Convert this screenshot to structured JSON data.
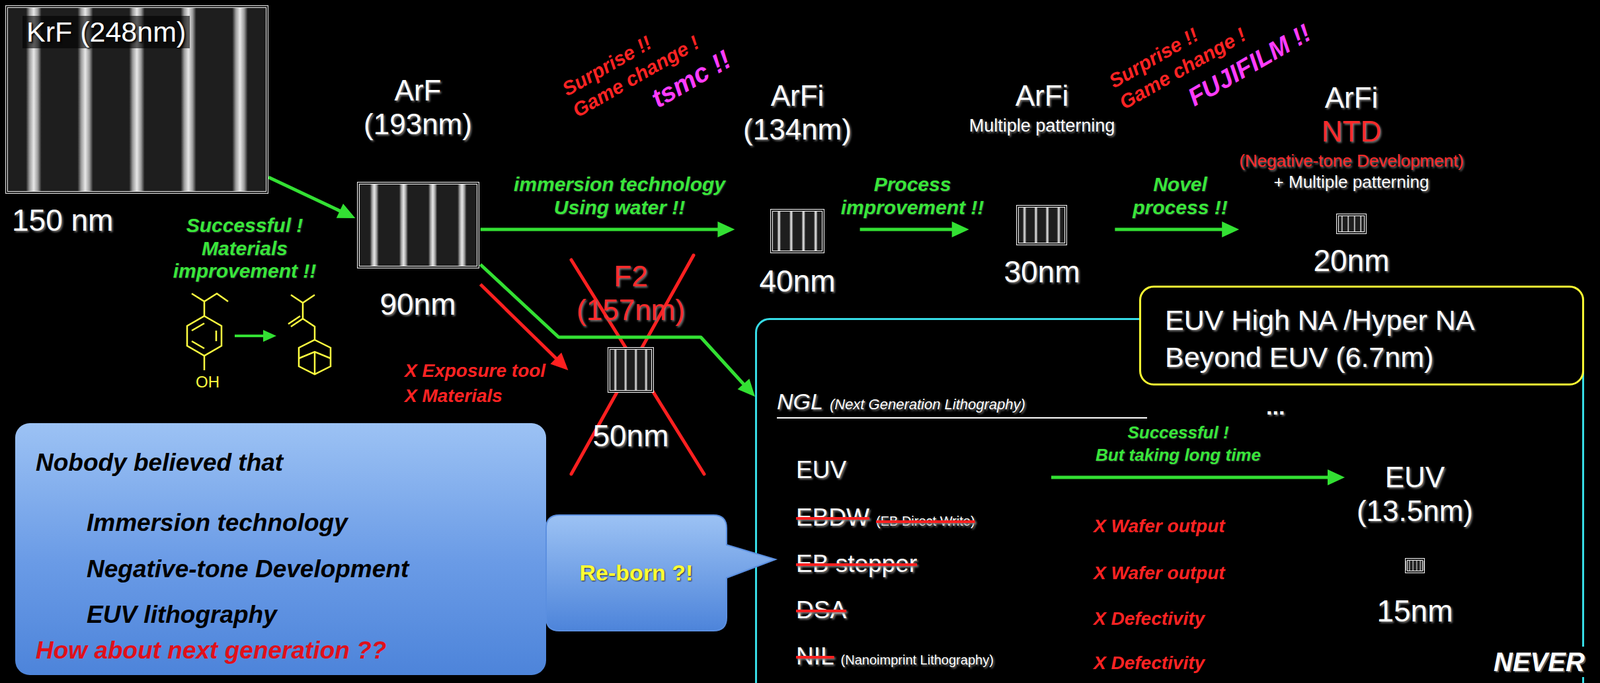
{
  "diagram": {
    "nodes": [
      {
        "text": [
          "KrF (248nm)",
          "150 nm"
        ]
      },
      {
        "text": [
          "ArF (193nm)",
          "90nm"
        ]
      },
      {
        "text": [
          "F2 (157nm)",
          "50nm"
        ]
      },
      {
        "text": [
          "ArFi (134nm)",
          "40nm"
        ]
      },
      {
        "text": [
          "ArFi",
          "Multiple patterning",
          "30nm"
        ]
      },
      {
        "text": [
          "ArFi",
          "NTD",
          "(Negative-tone Development)",
          "+ Multiple patterning",
          "20nm"
        ]
      },
      {
        "text": [
          "NGL",
          "(Next Generation Lithography)"
        ]
      },
      {
        "text": [
          "EUV (13.5nm)",
          "15nm"
        ],
        "in": 6
      },
      {
        "text": [
          "EUV High NA /Hyper NA",
          "Beyond EUV (6.7nm)"
        ]
      },
      {
        "text": [
          "Nobody believed that",
          "Immersion technology",
          "Negative-tone Development",
          "EUV lithography",
          "How about next generation ??"
        ]
      },
      {
        "text": [
          "Re-born ?!"
        ]
      }
    ],
    "edges": [
      {
        "from": 0,
        "to": 1,
        "arrow": "to",
        "label": "Successful ! Materials improvement !!"
      },
      {
        "from": 1,
        "to": 3,
        "arrow": "to",
        "label": "immersion technology Using water !!"
      },
      {
        "from": 1,
        "to": 2,
        "arrow": "to"
      },
      {
        "from": 1,
        "to": 6,
        "arrow": "to"
      },
      {
        "from": 3,
        "to": 4,
        "arrow": "to",
        "label": "Process improvement !!"
      },
      {
        "from": 4,
        "to": 5,
        "arrow": "to",
        "label": "Novel process !!"
      }
    ],
    "labels": [
      "Surprise !!",
      "Game change !",
      "tsmc !!",
      "Surprise !!",
      "Game change !",
      "FUJIFILM !!",
      "OH",
      "X Exposure tool",
      "X Materials",
      "EUV",
      "EBDW",
      "(EB Direct Write)",
      "EB stepper",
      "DSA",
      "NIL",
      "(Nanoimprint Lithography)",
      "X Wafer output",
      "X Wafer output",
      "X Defectivity",
      "X Defectivity",
      "Successful !",
      "But taking long time",
      "...",
      "NEVER"
    ]
  }
}
